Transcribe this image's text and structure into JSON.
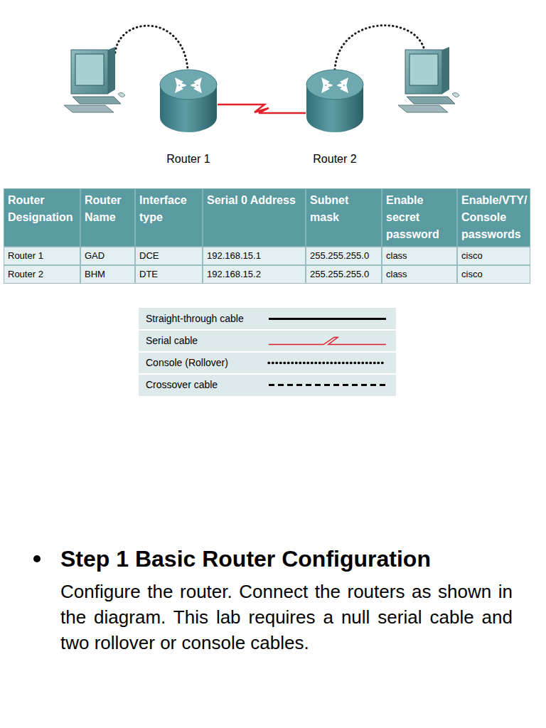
{
  "diagram": {
    "title": "Step 1 Basic Router Configuration",
    "nodes": [
      {
        "text": [
          "Router 1"
        ]
      },
      {
        "text": [
          "Router 2"
        ]
      }
    ],
    "edges": [
      {
        "from": 0,
        "to": 1,
        "arrow": "none"
      }
    ],
    "labels": [
      "Router Designation",
      "Router Name",
      "Interface type",
      "Serial 0 Address",
      "Subnet mask",
      "Enable secret password",
      "Enable/VTY/ Console passwords",
      "Router 1",
      "GAD",
      "DCE",
      "192.168.15.1",
      "255.255.255.0",
      "class",
      "cisco",
      "Router 2",
      "BHM",
      "DTE",
      "192.168.15.2",
      "255.255.255.0",
      "class",
      "cisco",
      "Configure the router. Connect the routers as shown in the diagram. This lab requires a null serial cable and two rollover or console cables."
    ],
    "legend": [
      {
        "text": "Straight-through cable"
      },
      {
        "text": "Serial cable"
      },
      {
        "text": "Console (Rollover)"
      },
      {
        "text": "Crossover cable"
      }
    ]
  }
}
